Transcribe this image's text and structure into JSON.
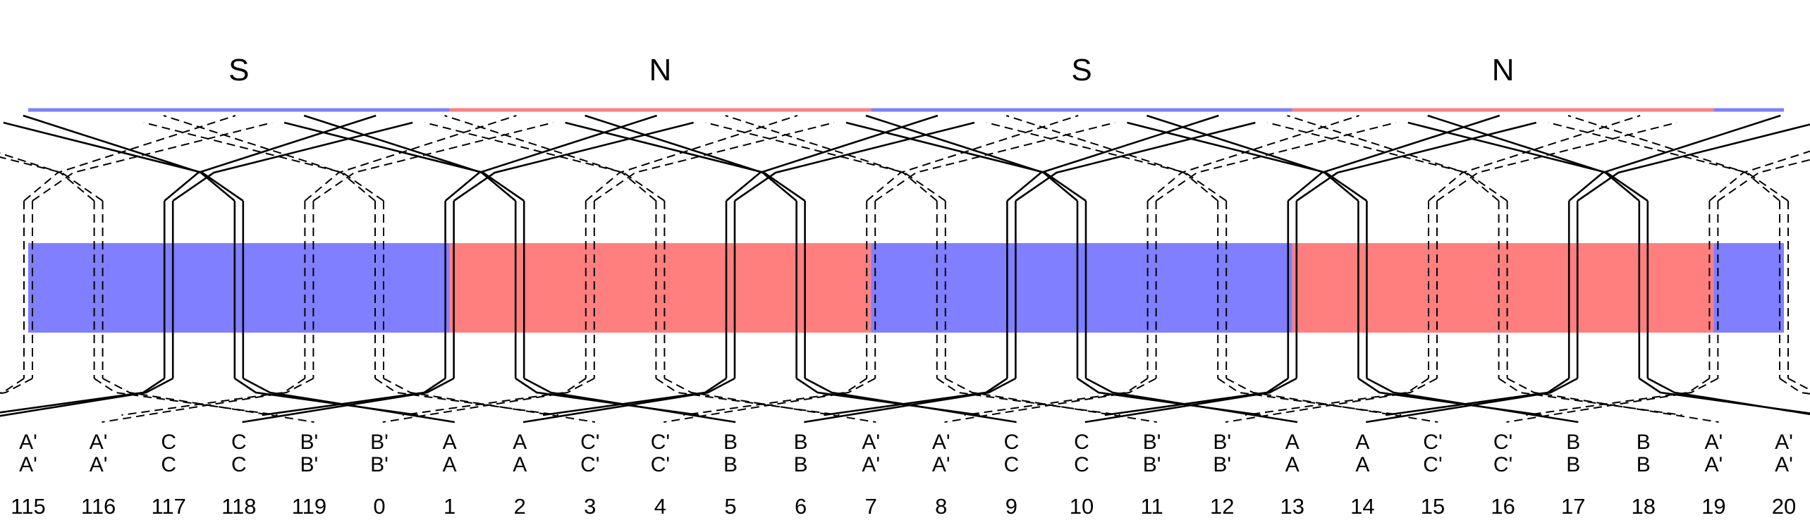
{
  "poles": [
    {
      "label": "S",
      "color": "#7f7fff"
    },
    {
      "label": "N",
      "color": "#ff7f7f"
    },
    {
      "label": "S",
      "color": "#7f7fff"
    },
    {
      "label": "N",
      "color": "#ff7f7f"
    }
  ],
  "colors": {
    "south_pole": "#7f7fff",
    "north_pole": "#ff7f7f",
    "winding": "#000000"
  },
  "slots": [
    {
      "number": "115",
      "top": "A'",
      "bottom": "A'"
    },
    {
      "number": "116",
      "top": "A'",
      "bottom": "A'"
    },
    {
      "number": "117",
      "top": "C",
      "bottom": "C"
    },
    {
      "number": "118",
      "top": "C",
      "bottom": "C"
    },
    {
      "number": "119",
      "top": "B'",
      "bottom": "B'"
    },
    {
      "number": "0",
      "top": "B'",
      "bottom": "B'"
    },
    {
      "number": "1",
      "top": "A",
      "bottom": "A"
    },
    {
      "number": "2",
      "top": "A",
      "bottom": "A"
    },
    {
      "number": "3",
      "top": "C'",
      "bottom": "C'"
    },
    {
      "number": "4",
      "top": "C'",
      "bottom": "C'"
    },
    {
      "number": "5",
      "top": "B",
      "bottom": "B"
    },
    {
      "number": "6",
      "top": "B",
      "bottom": "B"
    },
    {
      "number": "7",
      "top": "A'",
      "bottom": "A'"
    },
    {
      "number": "8",
      "top": "A'",
      "bottom": "A'"
    },
    {
      "number": "9",
      "top": "C",
      "bottom": "C"
    },
    {
      "number": "10",
      "top": "C",
      "bottom": "C"
    },
    {
      "number": "11",
      "top": "B'",
      "bottom": "B'"
    },
    {
      "number": "12",
      "top": "B'",
      "bottom": "B'"
    },
    {
      "number": "13",
      "top": "A",
      "bottom": "A"
    },
    {
      "number": "14",
      "top": "A",
      "bottom": "A"
    },
    {
      "number": "15",
      "top": "C'",
      "bottom": "C'"
    },
    {
      "number": "16",
      "top": "C'",
      "bottom": "C'"
    },
    {
      "number": "17",
      "top": "B",
      "bottom": "B"
    },
    {
      "number": "18",
      "top": "B",
      "bottom": "B"
    },
    {
      "number": "19",
      "top": "A'",
      "bottom": "A'"
    },
    {
      "number": "20",
      "top": "A'",
      "bottom": "A'"
    }
  ]
}
